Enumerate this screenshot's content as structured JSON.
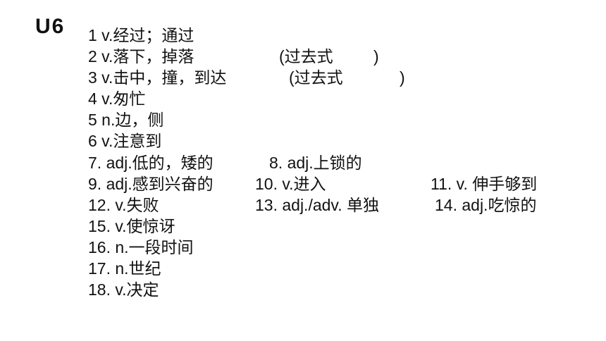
{
  "title": "U6",
  "items": [
    "1   v.经过；通过",
    "2 v.落下，掉落",
    "3 v.击中，撞，到达",
    "4  v.匆忙",
    "5  n.边，侧",
    "6 v.注意到",
    "7. adj.低的，矮的",
    "8.  adj.上锁的",
    "9. adj.感到兴奋的",
    "10.  v.进入",
    "11. v. 伸手够到",
    "12. v.失败",
    "13. adj./adv. 单独",
    "14. adj.吃惊的",
    "15. v.使惊讶",
    "16. n.一段时间",
    "17. n.世纪",
    "18. v.决定"
  ],
  "hints": {
    "item2_open": "(过去式",
    "item2_close": ")",
    "item3_open": "(过去式",
    "item3_close": ")"
  }
}
